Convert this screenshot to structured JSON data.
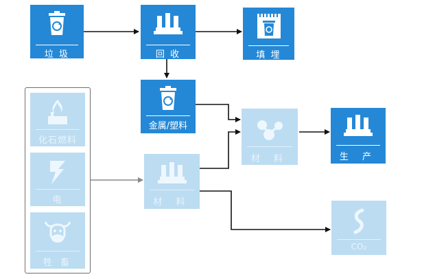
{
  "nodes": {
    "laji": "垃 圾",
    "huishou": "回 收",
    "tianmai": "填 埋",
    "jinshu": "金属/塑料",
    "cailiao_mid": "材 料",
    "shengchan": "生 产",
    "huashi": "化石燃料",
    "dian": "电",
    "shengchu": "牲 畜",
    "cailiao_left": "材 料",
    "co2": "CO₂"
  },
  "colors": {
    "active": "#2488d6",
    "faded": "#bcdcf2",
    "arrow": "#111111",
    "gray_arrow": "#888888"
  },
  "icons": {
    "laji": "recycle-bin-icon",
    "huishou": "factory-icon",
    "tianmai": "landfill-bin-icon",
    "jinshu": "recycle-bin-icon",
    "cailiao_mid": "molecule-icon",
    "shengchan": "factory-icon",
    "huashi": "fire-plant-icon",
    "dian": "lightning-icon",
    "shengchu": "cow-icon",
    "cailiao_left": "factory-icon",
    "co2": "smoke-icon"
  }
}
